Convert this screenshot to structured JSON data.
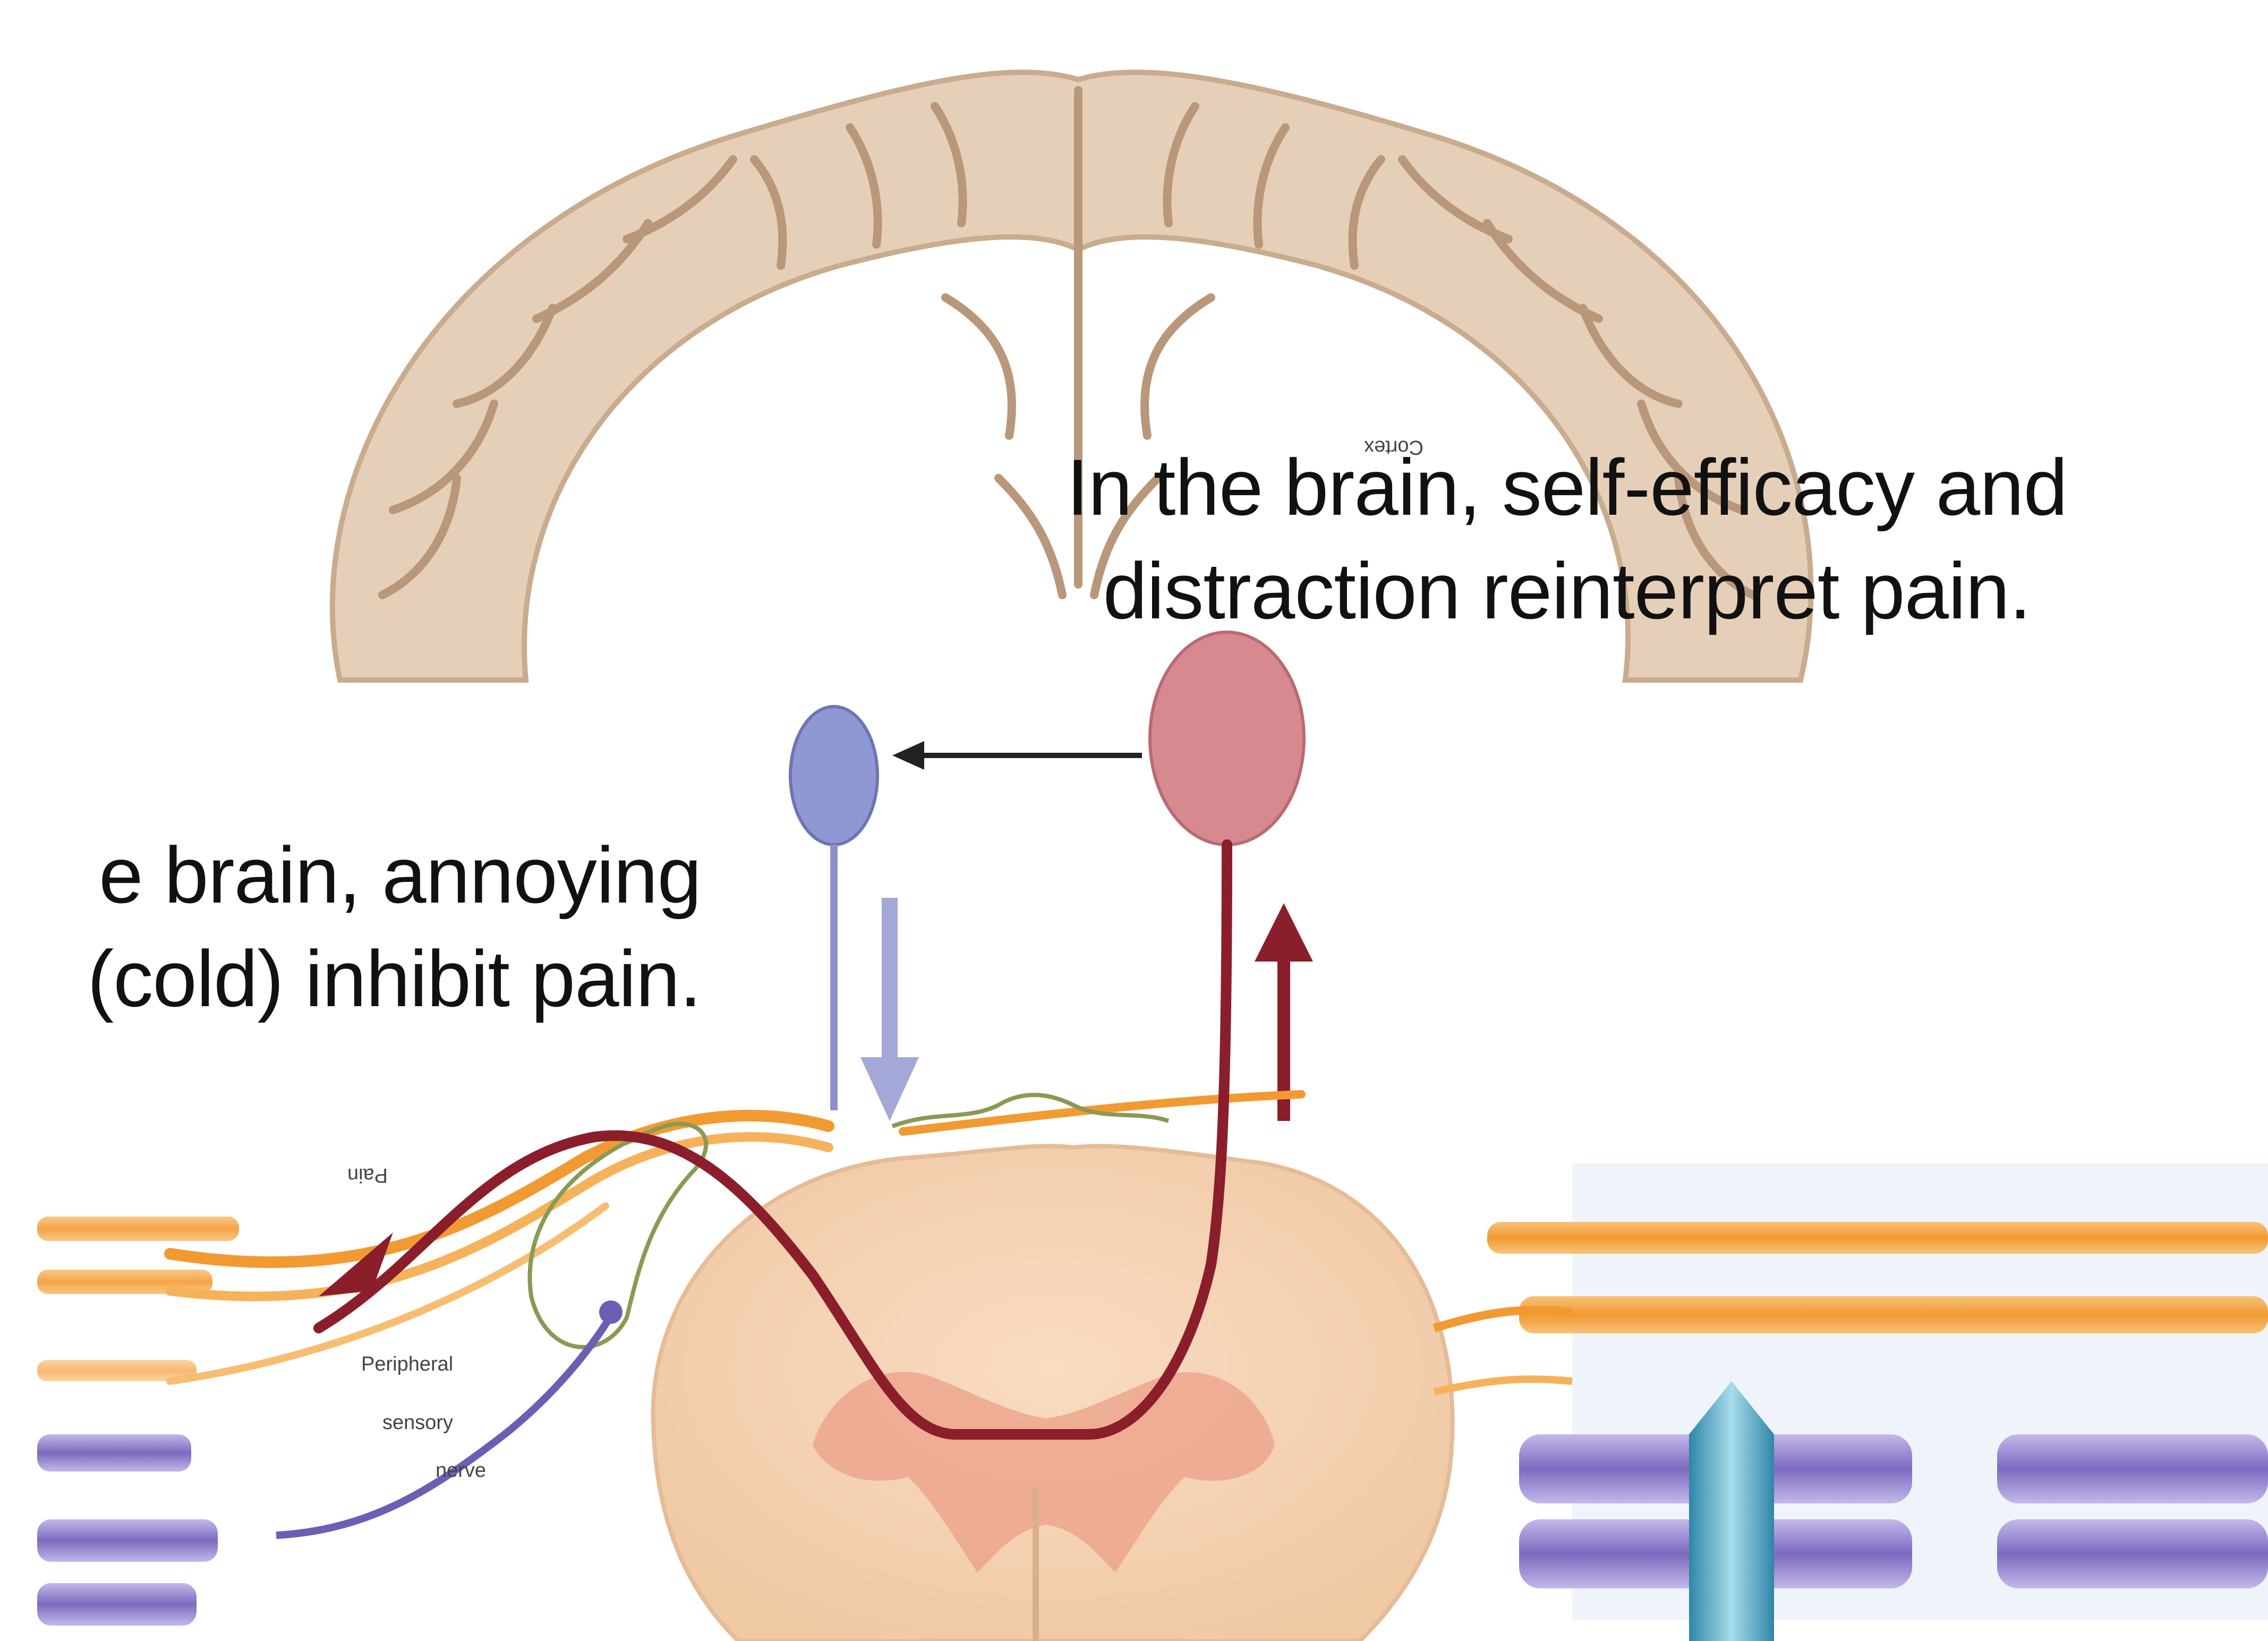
{
  "captions": {
    "right": {
      "line1": "In the brain, self-efficacy and",
      "line2": "distraction reinterpret pain."
    },
    "left": {
      "line1": "e brain, annoying",
      "line2": "(cold) inhibit pain."
    }
  },
  "image_labels": {
    "cortex": "Cortex",
    "pain": "Pain",
    "nerve_line1": "Peripheral",
    "nerve_line2": "sensory",
    "nerve_line3": "nerve"
  },
  "colors": {
    "cortex_fill": "#e6cfb8",
    "cortex_stroke": "#c9ab8e",
    "ascending_pathway": "#8b1e2b",
    "descending_pathway": "#8c92c8",
    "neuron_red": "#d68a90",
    "neuron_blue": "#8f98d2",
    "spinal_cord": "#f4d2b4",
    "grey_matter": "#ec9f8a",
    "orange_fibres": "#f2a13f",
    "purple_fibres": "#8a78c4",
    "teal_structure": "#4fa8c4"
  }
}
